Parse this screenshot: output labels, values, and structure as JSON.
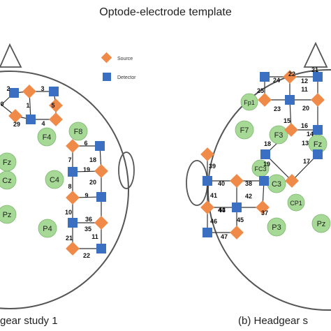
{
  "title": "Optode-electrode template",
  "legend": {
    "source": "Source",
    "detector": "Detector"
  },
  "colors": {
    "source": "#F08A48",
    "detector": "#3A6FC2",
    "electrode": "#A6D996",
    "line": "#333333"
  },
  "captions": {
    "a": "gear study 1",
    "b": "(b) Headgear s"
  },
  "left_electrodes": [
    "Fz",
    "F4",
    "F8",
    "Cz",
    "C4",
    "Pz",
    "P4"
  ],
  "left_channels": [
    "2",
    "3",
    "0",
    "1",
    "5",
    "29",
    "4",
    "6",
    "7",
    "18",
    "19",
    "8",
    "9",
    "20",
    "10",
    "36",
    "35",
    "21",
    "11",
    "22"
  ],
  "right_electrodes": [
    "Fp1",
    "F7",
    "F3",
    "Fz",
    "FC3",
    "C3",
    "CP1",
    "P3",
    "Pz"
  ],
  "right_channels": [
    "25",
    "24",
    "23",
    "22",
    "20",
    "21",
    "16",
    "15",
    "12",
    "11",
    "13",
    "14",
    "17",
    "18",
    "19",
    "39",
    "40",
    "38",
    "41",
    "42",
    "43",
    "44",
    "37",
    "46",
    "45",
    "47"
  ]
}
